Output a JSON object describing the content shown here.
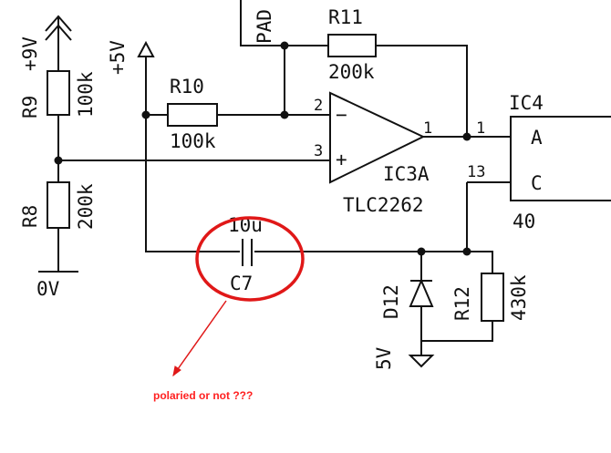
{
  "components": {
    "r9": {
      "ref": "R9",
      "value": "100k"
    },
    "r8": {
      "ref": "R8",
      "value": "200k"
    },
    "r10": {
      "ref": "R10",
      "value": "100k"
    },
    "r11": {
      "ref": "R11",
      "value": "200k"
    },
    "r12": {
      "ref": "R12",
      "value": "430k"
    },
    "d12": {
      "ref": "D12"
    },
    "c7": {
      "ref": "C7",
      "value": "10u"
    },
    "ic3a": {
      "ref": "IC3A",
      "part": "TLC2262",
      "pin_inv": "2",
      "pin_noninv": "3",
      "pin_out": "1",
      "minus": "−",
      "plus": "+"
    },
    "ic4": {
      "ref": "IC4",
      "pin_a_num": "1",
      "pin_a_label": "A",
      "pin_c_num": "13",
      "pin_c_label": "C",
      "part_partial": "40"
    }
  },
  "rails": {
    "plus9v": "+9V",
    "plus5v": "+5V",
    "zero_v": "0V",
    "five_v_partial": "5V",
    "pad": "PAD"
  },
  "annotation": {
    "text": "polaried or not ???",
    "color": "#ff2020"
  },
  "colors": {
    "wire": "#111111",
    "annotation_circle": "#e01818"
  }
}
